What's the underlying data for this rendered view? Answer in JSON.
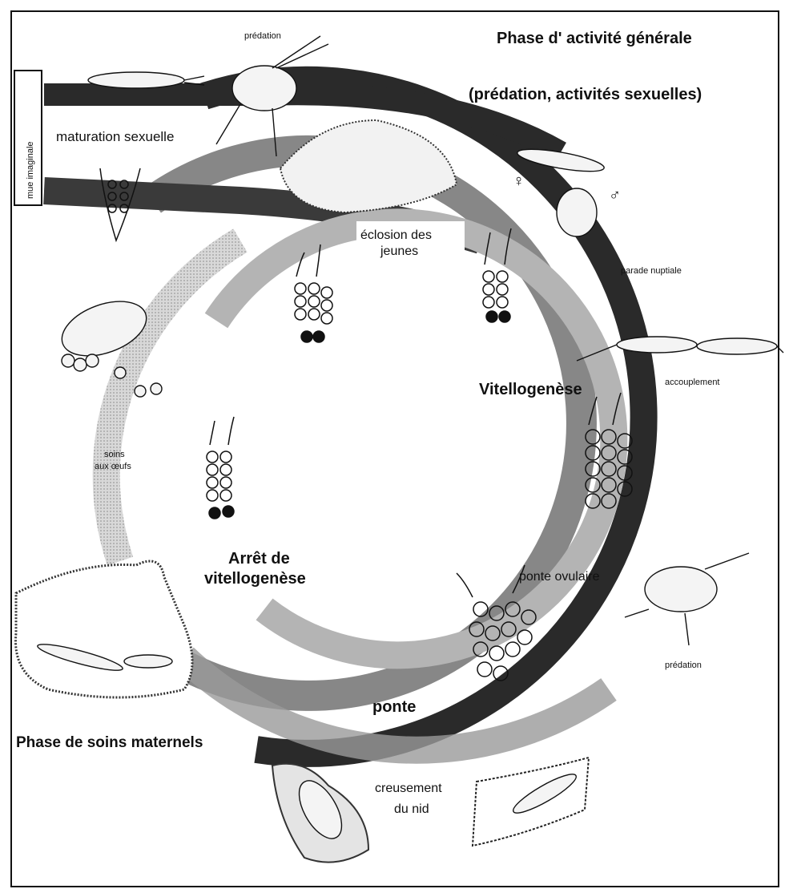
{
  "labels": {
    "phase_activite": "Phase d' activité générale",
    "phase_activite_sub": "(prédation,  activités sexuelles)",
    "predation_top": "prédation",
    "mue_imaginale": "mue imaginale",
    "maturation_sexuelle": "maturation  sexuelle",
    "female_symbol": "♀",
    "male_symbol": "♂",
    "eclosion_line1": "éclosion des",
    "eclosion_line2": "jeunes",
    "parade_nuptiale": "parade nuptiale",
    "vitellogenese": "Vitellogenèse",
    "accouplement": "accouplement",
    "soins_line1": "soins",
    "soins_line2": "aux œufs",
    "arret_line1": "Arrêt de",
    "arret_line2": "vitellogenèse",
    "ponte_ovulaire": "ponte ovulaire",
    "predation_bottom": "prédation",
    "ponte": "ponte",
    "phase_soins": "Phase de soins maternels",
    "creusement_line1": "creusement",
    "creusement_line2": "du  nid"
  },
  "colors": {
    "outer_band": "#2a2a2a",
    "middle_band": "#6e6e6e",
    "inner_band": "#b4b4b4",
    "ink": "#111111",
    "paper": "#ffffff"
  }
}
